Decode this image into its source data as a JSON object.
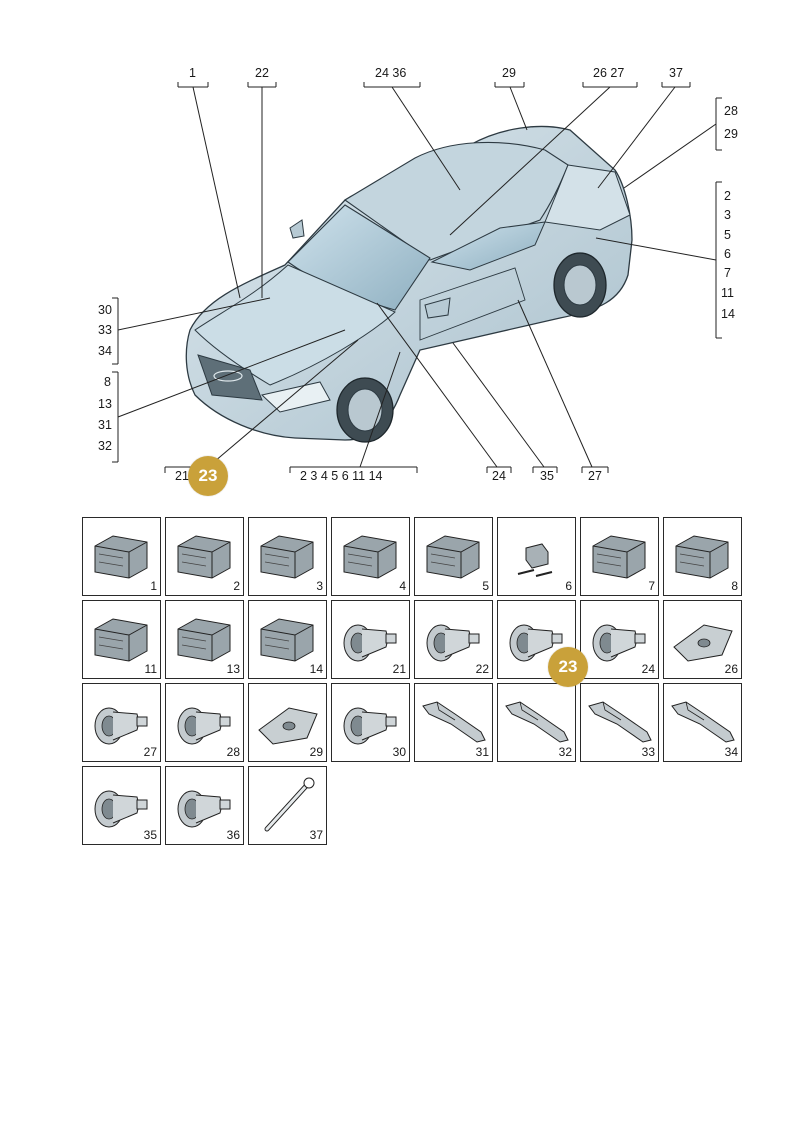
{
  "top_callouts": [
    "1",
    "22",
    "24  36",
    "29",
    "26  27",
    "37"
  ],
  "right_callouts_upper": [
    "28",
    "29"
  ],
  "right_callouts_lower": [
    "2",
    "3",
    "5",
    "6",
    "7",
    "11",
    "14"
  ],
  "left_callouts_upper": [
    "30",
    "33",
    "34"
  ],
  "left_callouts_lower": [
    "8",
    "13",
    "31",
    "32"
  ],
  "bottom_callouts": {
    "b1": "21",
    "b2": "2  3  4  5  6  11  14",
    "b3": "24",
    "b4": "35",
    "b5": "27"
  },
  "badge": {
    "label": "23",
    "color": "#C9A13A"
  },
  "parts": [
    {
      "num": "1",
      "icon": "connector-housing-icon"
    },
    {
      "num": "2",
      "icon": "connector-housing-icon"
    },
    {
      "num": "3",
      "icon": "connector-housing-icon"
    },
    {
      "num": "4",
      "icon": "connector-housing-icon"
    },
    {
      "num": "5",
      "icon": "connector-housing-icon"
    },
    {
      "num": "6",
      "icon": "fuse-holder-icon"
    },
    {
      "num": "7",
      "icon": "connector-housing-icon"
    },
    {
      "num": "8",
      "icon": "connector-housing-icon"
    },
    {
      "num": "11",
      "icon": "connector-housing-icon"
    },
    {
      "num": "13",
      "icon": "connector-housing-icon"
    },
    {
      "num": "14",
      "icon": "connector-housing-icon"
    },
    {
      "num": "21",
      "icon": "grommet-icon"
    },
    {
      "num": "22",
      "icon": "grommet-icon"
    },
    {
      "num": "23",
      "icon": "grommet-icon"
    },
    {
      "num": "24",
      "icon": "grommet-icon"
    },
    {
      "num": "26",
      "icon": "grommet-plate-icon"
    },
    {
      "num": "27",
      "icon": "grommet-icon"
    },
    {
      "num": "28",
      "icon": "grommet-icon"
    },
    {
      "num": "29",
      "icon": "grommet-plate-icon"
    },
    {
      "num": "30",
      "icon": "grommet-icon"
    },
    {
      "num": "31",
      "icon": "cable-duct-icon"
    },
    {
      "num": "32",
      "icon": "cable-duct-icon"
    },
    {
      "num": "33",
      "icon": "cable-duct-icon"
    },
    {
      "num": "34",
      "icon": "cable-duct-icon"
    },
    {
      "num": "35",
      "icon": "grommet-icon"
    },
    {
      "num": "36",
      "icon": "grommet-icon"
    },
    {
      "num": "37",
      "icon": "tool-icon"
    }
  ]
}
